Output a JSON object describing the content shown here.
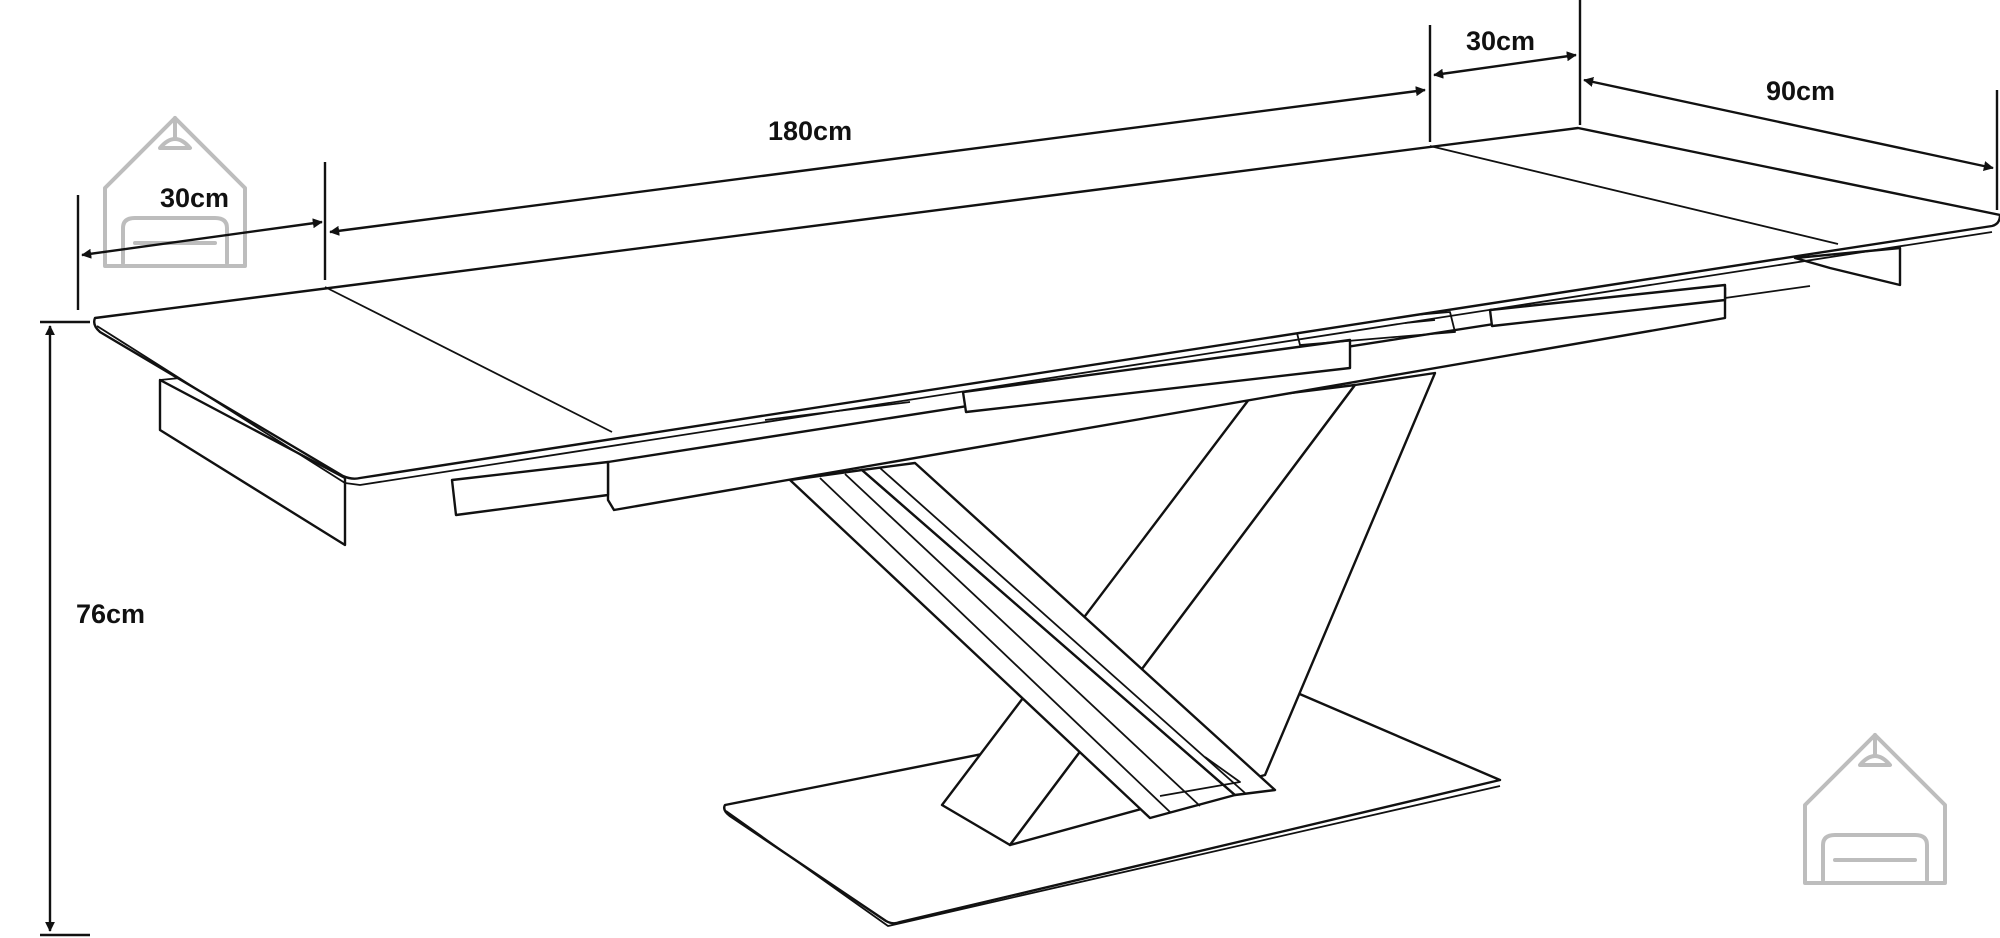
{
  "dimensions": {
    "total_length": "180cm",
    "left_extension": "30cm",
    "right_extension": "30cm",
    "depth": "90cm",
    "height": "76cm"
  },
  "colors": {
    "line": "#111111",
    "watermark": "#bdbdbd",
    "background": "#ffffff"
  },
  "icons": {
    "watermark": "house-sofa-icon"
  }
}
